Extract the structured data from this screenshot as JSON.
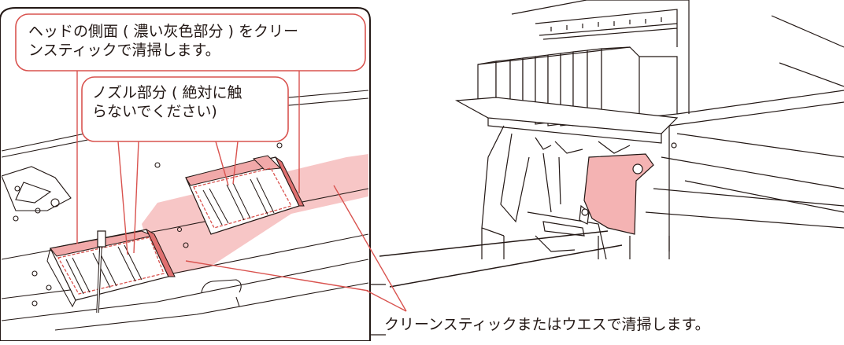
{
  "callouts": {
    "head_side": {
      "line1": "ヘッドの側面 ( 濃い灰色部分 ) をクリー",
      "line2": "ンスティックで清掃します。"
    },
    "nozzle": {
      "line1": "ノズル部分 ( 絶対に触",
      "line2": "らないでください)"
    }
  },
  "caption": "クリーンスティックまたはウエスで清掃します。",
  "colors": {
    "highlight": "#f4b3b3",
    "highlight_dark": "#e07070",
    "callout_border": "#d9534f",
    "dashed": "#d9534f",
    "line": "#231815"
  }
}
